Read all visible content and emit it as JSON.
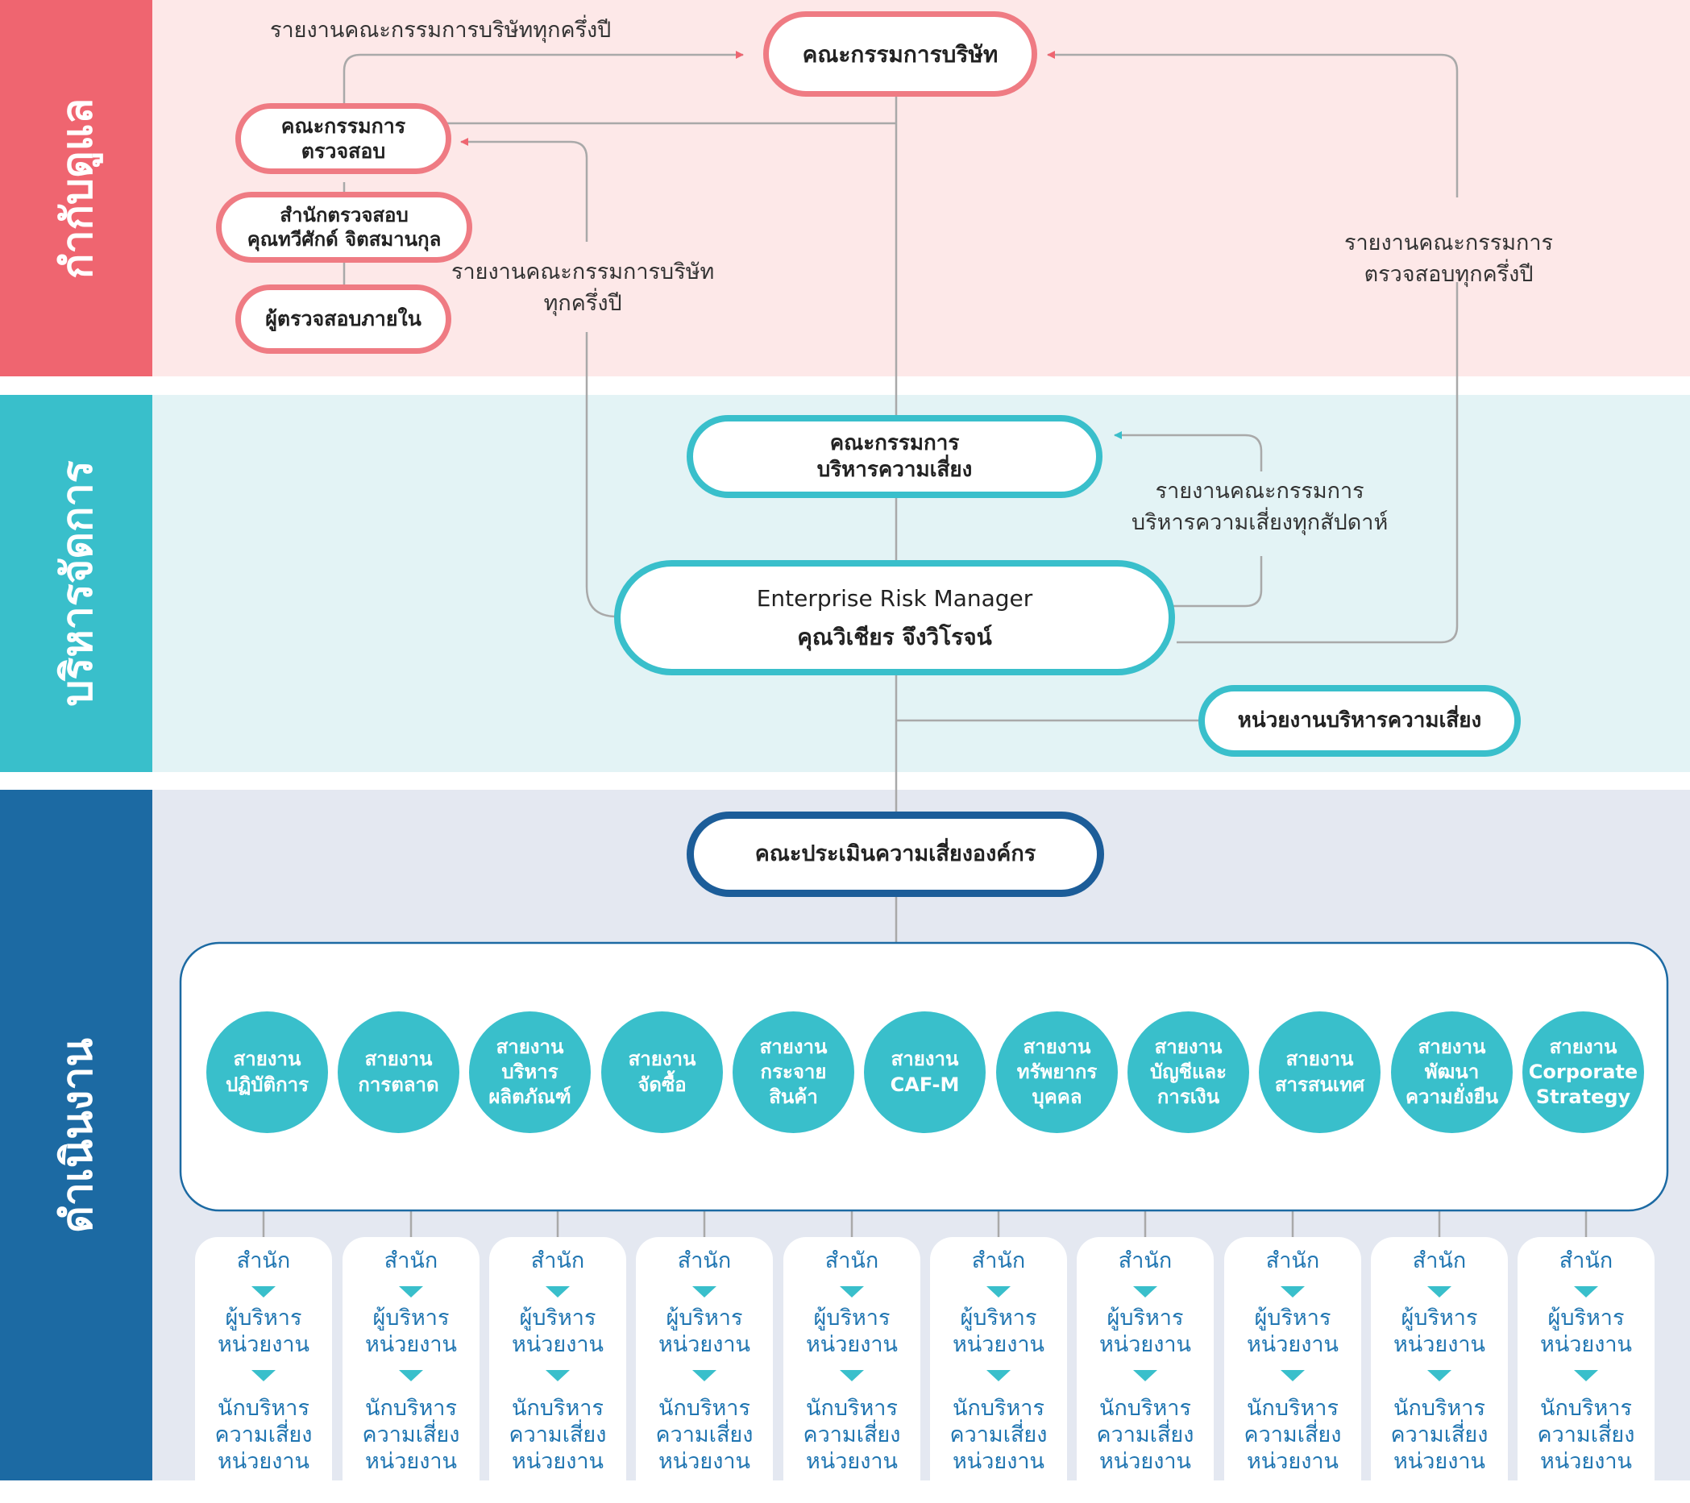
{
  "bands": [
    {
      "label": "กำกับดูแล",
      "color": "#ef6570",
      "bg": "#fde8e8"
    },
    {
      "label": "บริหารจัดการ",
      "color": "#39bfcb",
      "bg": "#e3f3f5"
    },
    {
      "label": "ดำเนินงาน",
      "color": "#1c6aa3",
      "bg": "#e4e8f1"
    }
  ],
  "nodes": {
    "board": "คณะกรรมการบริษัท",
    "audit_committee": [
      "คณะกรรมการ",
      "ตรวจสอบ"
    ],
    "audit_office": [
      "สำนักตรวจสอบ",
      "คุณทวีศักด์ จิตสมานกุล"
    ],
    "internal_auditor": "ผู้ตรวจสอบภายใน",
    "risk_committee": [
      "คณะกรรมการ",
      "บริหารความเสี่ยง"
    ],
    "erm": [
      "Enterprise Risk Manager",
      "คุณวิเชียร จึงวิโรจน์"
    ],
    "risk_unit": "หน่วยงานบริหารความเสี่ยง",
    "assessment": "คณะประเมินความเสี่ยงองค์กร"
  },
  "notes": {
    "report_board_half_year": "รายงานคณะกรรมการบริษัททุกครึ่งปี",
    "report_board_mid": [
      "รายงานคณะกรรมการบริษัท",
      "ทุกครึ่งปี"
    ],
    "report_audit_half_year": [
      "รายงานคณะกรรมการ",
      "ตรวจสอบทุกครึ่งปี"
    ],
    "report_risk_weekly": [
      "รายงานคณะกรรมการ",
      "บริหารความเสี่ยงทุกสัปดาห์"
    ]
  },
  "divisions": [
    [
      "สายงาน",
      "ปฏิบัติการ"
    ],
    [
      "สายงาน",
      "การตลาด"
    ],
    [
      "สายงาน",
      "บริหาร",
      "ผลิตภัณฑ์"
    ],
    [
      "สายงาน",
      "จัดซื้อ"
    ],
    [
      "สายงาน",
      "กระจาย",
      "สินค้า"
    ],
    [
      "สายงาน",
      "CAF-M"
    ],
    [
      "สายงาน",
      "ทรัพยากร",
      "บุคคล"
    ],
    [
      "สายงาน",
      "บัญชีและ",
      "การเงิน"
    ],
    [
      "สายงาน",
      "สารสนเทศ"
    ],
    [
      "สายงาน",
      "พัฒนา",
      "ความยั่งยืน"
    ],
    [
      "สายงาน",
      "Corporate",
      "Strategy"
    ]
  ],
  "column": {
    "office": "สำนัก",
    "manager": [
      "ผู้บริหาร",
      "หน่วยงาน"
    ],
    "risk_officer": [
      "นักบริหาร",
      "ความเสี่ยง",
      "หน่วยงาน"
    ]
  },
  "column_count": 10
}
